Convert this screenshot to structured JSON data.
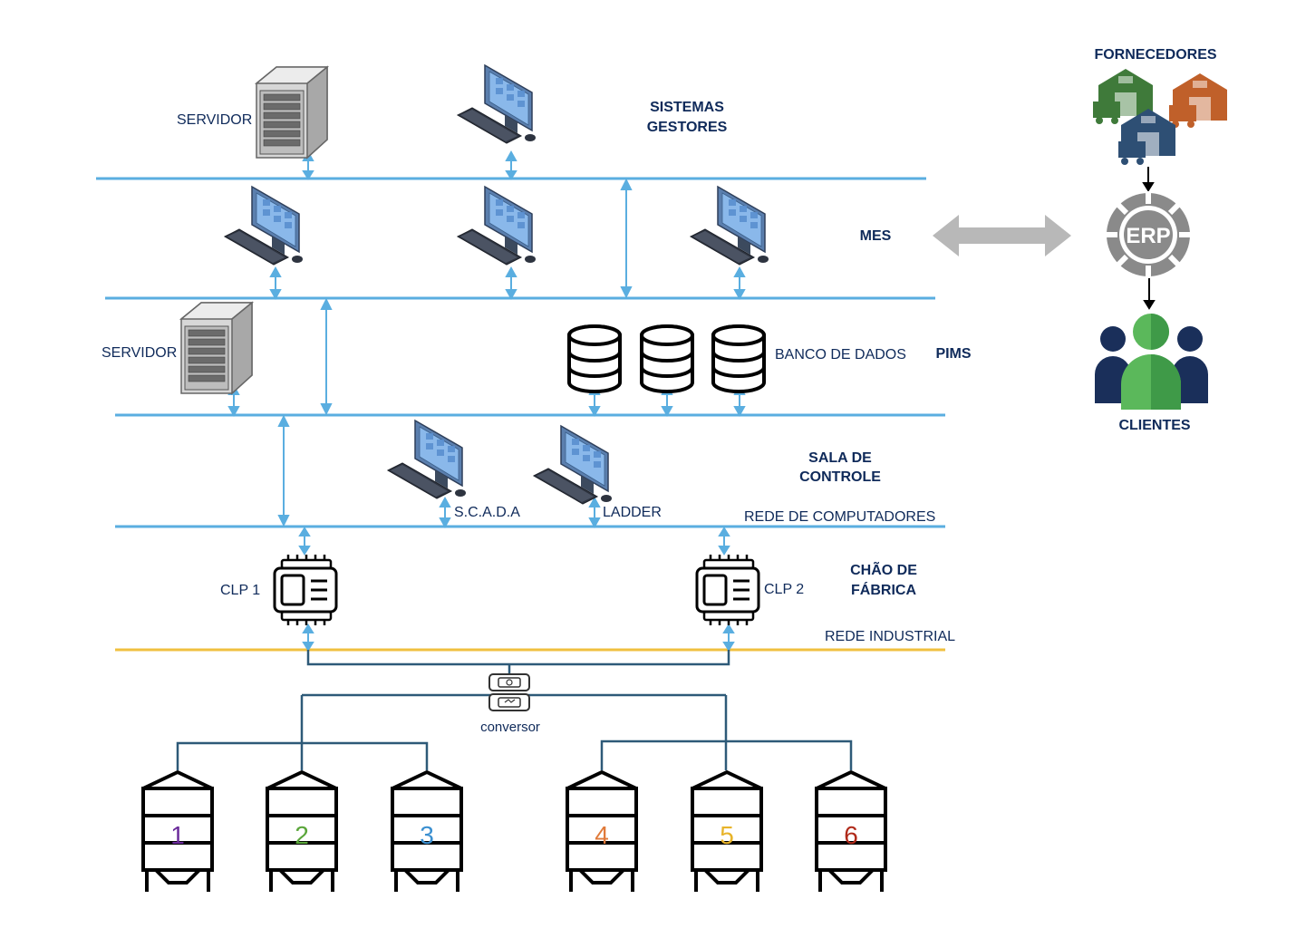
{
  "levels": {
    "sistemas_gestores": [
      "SISTEMAS",
      "GESTORES"
    ],
    "mes": "MES",
    "pims": "PIMS",
    "sala_controle": [
      "SALA DE",
      "CONTROLE"
    ],
    "chao_fabrica": [
      "CHÃO DE",
      "FÁBRICA"
    ]
  },
  "labels": {
    "servidor_top": "SERVIDOR",
    "servidor_pims": "SERVIDOR",
    "banco_dados": "BANCO DE DADOS",
    "scada": "S.C.A.D.A",
    "ladder": "LADDER",
    "rede_computadores": "REDE DE COMPUTADORES",
    "clp1": "CLP 1",
    "clp2": "CLP 2",
    "rede_industrial": "REDE INDUSTRIAL",
    "conversor": "conversor"
  },
  "enterprise": {
    "fornecedores": "FORNECEDORES",
    "erp": "ERP",
    "clientes": "CLIENTES"
  },
  "silos": [
    {
      "label": "1",
      "color": "#6a2a9a"
    },
    {
      "label": "2",
      "color": "#5aa63a"
    },
    {
      "label": "3",
      "color": "#3a8fd0"
    },
    {
      "label": "4",
      "color": "#e07a3a"
    },
    {
      "label": "5",
      "color": "#e8b42a"
    },
    {
      "label": "6",
      "color": "#b02a1a"
    }
  ],
  "colors": {
    "network_line": "#5aaee0",
    "industrial_line": "#f0c040",
    "dark_navy": "#0f2a5a",
    "arrow_gray": "#b8b8b8"
  }
}
